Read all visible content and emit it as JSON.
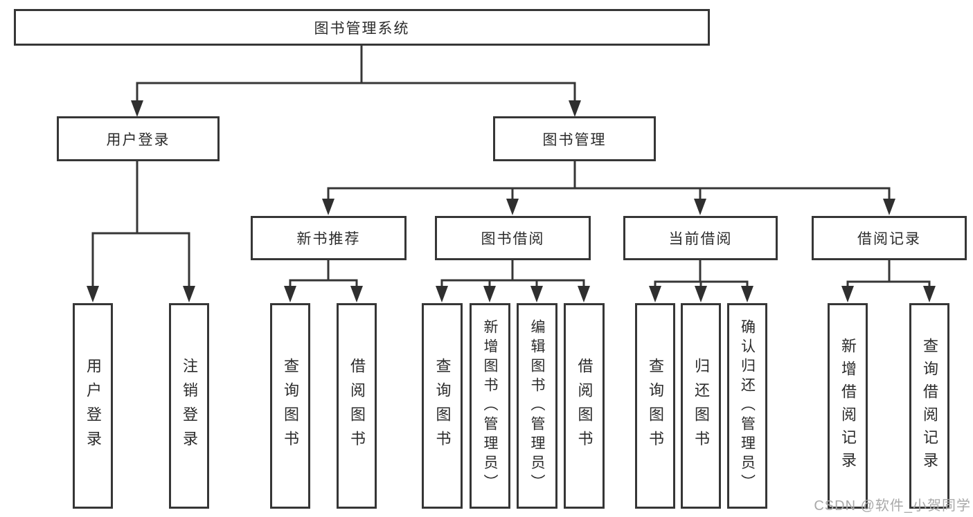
{
  "diagram": {
    "root": "图书管理系统",
    "level2": {
      "user_login": "用户登录",
      "book_management": "图书管理"
    },
    "level3": {
      "new_book_recommend": "新书推荐",
      "book_borrowing": "图书借阅",
      "current_borrowing": "当前借阅",
      "borrowing_records": "借阅记录"
    },
    "leaves": {
      "user_login": "用户登录",
      "logout": "注销登录",
      "nb_query_books": "查询图书",
      "nb_borrow_books": "借阅图书",
      "bb_query_books": "查询图书",
      "bb_add_books": "新增图书（管理员）",
      "bb_edit_books": "编辑图书（管理员）",
      "bb_borrow_books": "借阅图书",
      "cb_query_books": "查询图书",
      "cb_return_books": "归还图书",
      "cb_confirm_return": "确认归还（管理员）",
      "br_add_record": "新增借阅记录",
      "br_query_record": "查询借阅记录"
    }
  },
  "watermark": "CSDN @软件_小贺同学",
  "colors": {
    "line": "#363636",
    "arrow_fill": "#2f2f2f",
    "text": "#2b2b2b",
    "watermark": "#a9a9a9",
    "background": "#ffffff"
  }
}
